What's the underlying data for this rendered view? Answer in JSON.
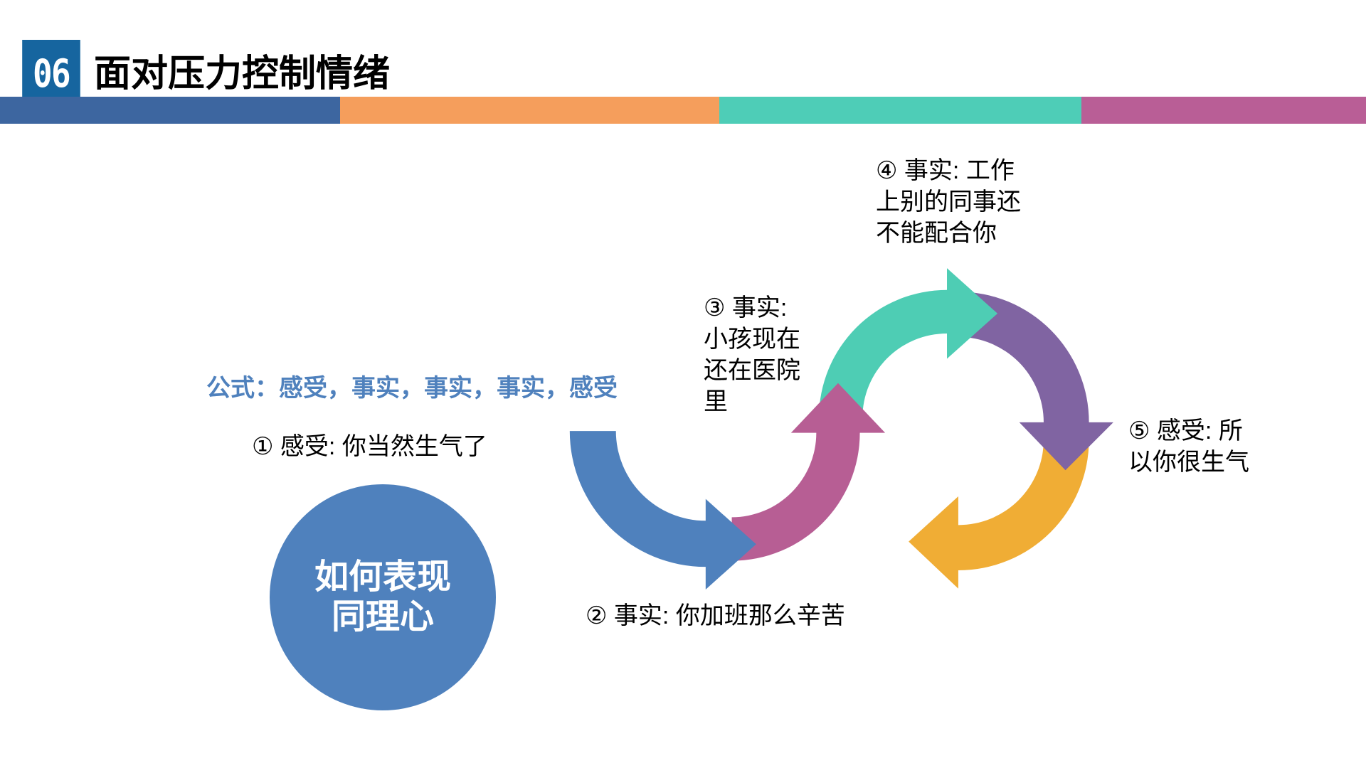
{
  "header": {
    "section_number": "06",
    "title": "面对压力控制情绪",
    "bar_colors": [
      "#3d66a0",
      "#f59e5c",
      "#4ecdb7",
      "#b95e96"
    ]
  },
  "formula": "公式：感受，事实，事实，事实，感受",
  "circle": {
    "line1": "如何表现",
    "line2": "同理心"
  },
  "steps": [
    {
      "lines": [
        "① 感受: 你当然生气了"
      ],
      "color": "#4f81bd"
    },
    {
      "lines": [
        "② 事实: 你加班那么辛苦"
      ],
      "color": "#b75e94"
    },
    {
      "lines": [
        "③ 事实:",
        "小孩现在",
        "还在医院",
        "里"
      ],
      "color": "#4ecdb4"
    },
    {
      "lines": [
        "④ 事实: 工作",
        "上别的同事还",
        "不能配合你"
      ],
      "color": "#8064a2"
    },
    {
      "lines": [
        "⑤ 感受: 所",
        "以你很生气"
      ],
      "color": "#f0ad35"
    }
  ]
}
